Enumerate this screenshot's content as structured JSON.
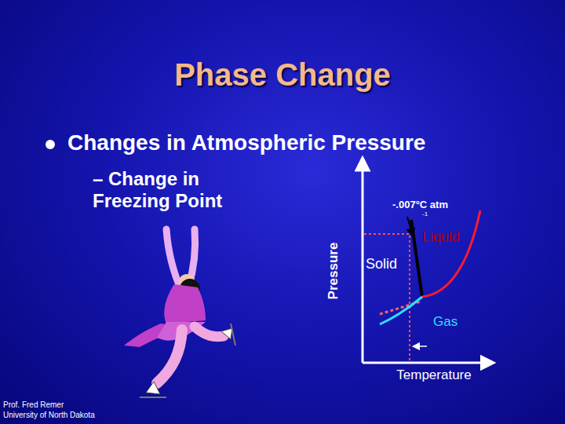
{
  "diagram": {
    "title": "Phase Change",
    "labels": [
      "Changes in Atmospheric Pressure",
      "– Change in Freezing Point",
      "Pressure",
      "Temperature",
      "Solid",
      "Liquid",
      "Gas",
      "-.007°C atm",
      "-1",
      "Prof. Fred Remer",
      "University of North Dakota"
    ]
  }
}
